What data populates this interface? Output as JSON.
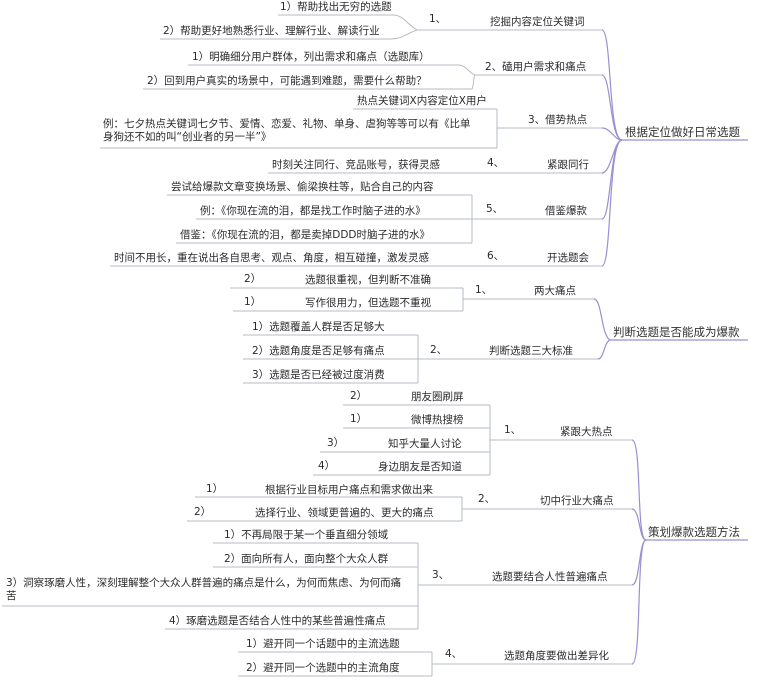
{
  "colors": {
    "branch_line": "#b6bbc3",
    "root_line": "#9b8fd0",
    "text": "#2b2b2b"
  },
  "root1": {
    "title": "根据定位做好日常选题",
    "b1": {
      "num": "1、",
      "label": "挖掘内容定位关键词",
      "c1": "1）帮助找出无穷的选题",
      "c2": "2）帮助更好地熟悉行业、理解行业、解读行业"
    },
    "b2": {
      "label": "2、磕用户需求和痛点",
      "c1": "1）明确细分用户群体，列出需求和痛点（选题库）",
      "c2": "2）回到用户真实的场景中，可能遇到难题，需要什么帮助？"
    },
    "b3": {
      "label": "3、借势热点",
      "c1": "热点关键词X内容定位X用户",
      "c2": "例：七夕热点关键词七夕节、爱情、恋爱、礼物、单身、虐狗等等可以有《比单身狗还不如的叫“创业者的另一半”》"
    },
    "b4": {
      "num": "4、",
      "label": "紧跟同行",
      "c1": "时刻关注同行、竞品账号，获得灵感"
    },
    "b5": {
      "num": "5、",
      "label": "借鉴爆款",
      "c1": "尝试给爆款文章变换场景、偷梁换柱等，贴合自己的内容",
      "c2": "例：《你现在流的泪，都是找工作时脑子进的水》",
      "c3": "借鉴：《你现在流的泪，都是卖掉DDD时脑子进的水》"
    },
    "b6": {
      "num": "6、",
      "label": "开选题会",
      "c1": "时间不用长，重在说出各自思考、观点、角度，相互碰撞，激发灵感"
    }
  },
  "root2": {
    "title": "判断选题是否能成为爆款",
    "b1": {
      "num": "1、",
      "label": "两大痛点",
      "c1_num": "2）",
      "c1_text": "选题很重视，但判断不准确",
      "c2_num": "1）",
      "c2_text": "写作很用力，但选题不重视"
    },
    "b2": {
      "num": "2、",
      "label": "判断选题三大标准",
      "c1": "1）选题覆盖人群是否足够大",
      "c2": "2）选题角度是否足够有痛点",
      "c3": "3）选题是否已经被过度消费"
    }
  },
  "root3": {
    "title": "策划爆款选题方法",
    "b1": {
      "num": "1、",
      "label": "紧跟大热点",
      "c1_num": "2）",
      "c1_text": "朋友圈刷屏",
      "c2_num": "1）",
      "c2_text": "微博热搜榜",
      "c3_num": "3）",
      "c3_text": "知乎大量人讨论",
      "c4_num": "4）",
      "c4_text": "身边朋友是否知道"
    },
    "b2": {
      "num": "2、",
      "label": "切中行业大痛点",
      "c1_num": "1）",
      "c1_text": "根据行业目标用户痛点和需求做出来",
      "c2_num": "2）",
      "c2_text": "选择行业、领域更普遍的、更大的痛点"
    },
    "b3": {
      "num": "3、",
      "label": "选题要结合人性普遍痛点",
      "c1": "1）不再局限于某一个垂直细分领域",
      "c2": "2）面向所有人，面向整个大众人群",
      "c3": "3）洞察琢磨人性，深刻理解整个大众人群普遍的痛点是什么，为何而焦虑、为何而痛苦",
      "c4": "4）琢磨选题是否结合人性中的某些普遍性痛点"
    },
    "b4": {
      "num": "4、",
      "label": "选题角度要做出差异化",
      "c1": "1）避开同一个话题中的主流选题",
      "c2": "2）避开同一个选题中的主流角度"
    }
  }
}
